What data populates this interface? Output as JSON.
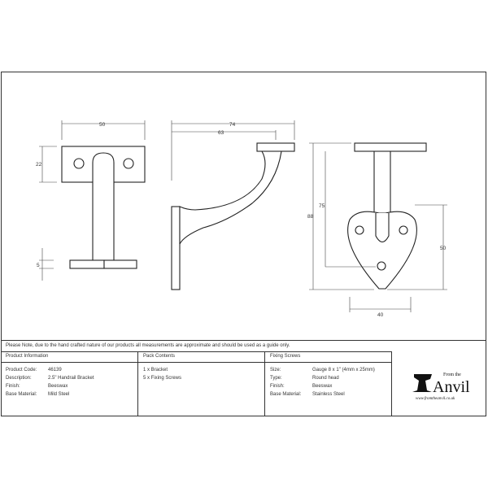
{
  "dimensions": {
    "front_width": "50",
    "front_plate_height": "22",
    "front_base_thickness": "5",
    "side_overall": "74",
    "side_inner": "63",
    "rear_total_height": "88",
    "rear_stem_height": "75",
    "rear_plate_height": "50",
    "rear_plate_width": "40"
  },
  "note": "Please Note, due to the hand crafted nature of our products all measurements are approximate and should be used as a guide only.",
  "product_info": {
    "title": "Product Information",
    "rows": [
      {
        "label": "Product Code:",
        "value": "46139"
      },
      {
        "label": "Description:",
        "value": "2.5\" Handrail Bracket"
      },
      {
        "label": "Finish:",
        "value": "Beeswax"
      },
      {
        "label": "Base Material:",
        "value": "Mild Steel"
      }
    ]
  },
  "pack_contents": {
    "title": "Pack Contents",
    "items": [
      "1 x Bracket",
      "5 x Fixing Screws"
    ]
  },
  "fixing_screws": {
    "title": "Fixing Screws",
    "rows": [
      {
        "label": "Size:",
        "value": "Gauge 8 x 1\" (4mm x 25mm)"
      },
      {
        "label": "Type:",
        "value": "Round head"
      },
      {
        "label": "Finish:",
        "value": "Beeswax"
      },
      {
        "label": "Base Material:",
        "value": "Stainless Steel"
      }
    ]
  },
  "logo": {
    "from": "From the",
    "name": "Anvil",
    "url": "www.fromtheanvil.co.uk"
  }
}
